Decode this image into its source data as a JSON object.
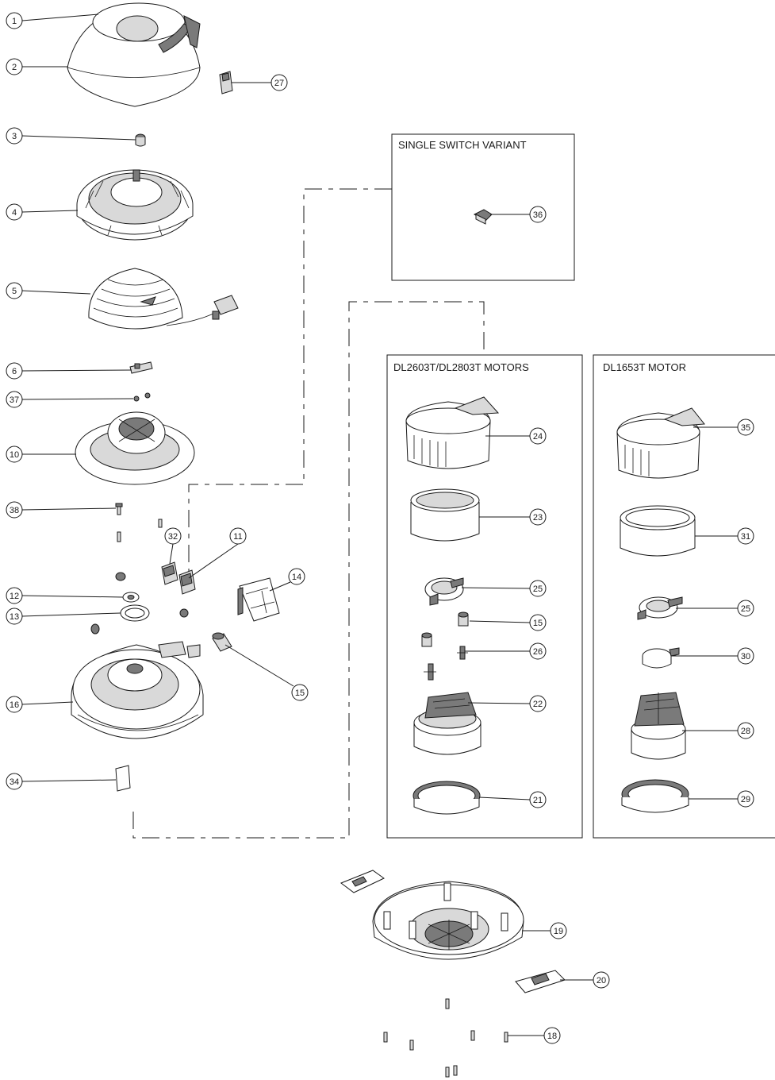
{
  "boxes": {
    "single_switch": "SINGLE SWITCH VARIANT",
    "dl2603t": "DL2603T/DL2803T MOTORS",
    "dl1653t": "DL1653T MOTOR"
  },
  "callouts": {
    "c1": "1",
    "c2": "2",
    "c3": "3",
    "c4": "4",
    "c5": "5",
    "c6": "6",
    "c37": "37",
    "c10": "10",
    "c38": "38",
    "c32": "32",
    "c11": "11",
    "c12": "12",
    "c13": "13",
    "c14": "14",
    "c15a": "15",
    "c16": "16",
    "c34": "34",
    "c27": "27",
    "c36": "36",
    "c24": "24",
    "c23": "23",
    "c25a": "25",
    "c15b": "15",
    "c26": "26",
    "c22": "22",
    "c21": "21",
    "c35": "35",
    "c31": "31",
    "c25b": "25",
    "c30": "30",
    "c28": "28",
    "c29": "29",
    "c19": "19",
    "c20": "20",
    "c18": "18"
  }
}
